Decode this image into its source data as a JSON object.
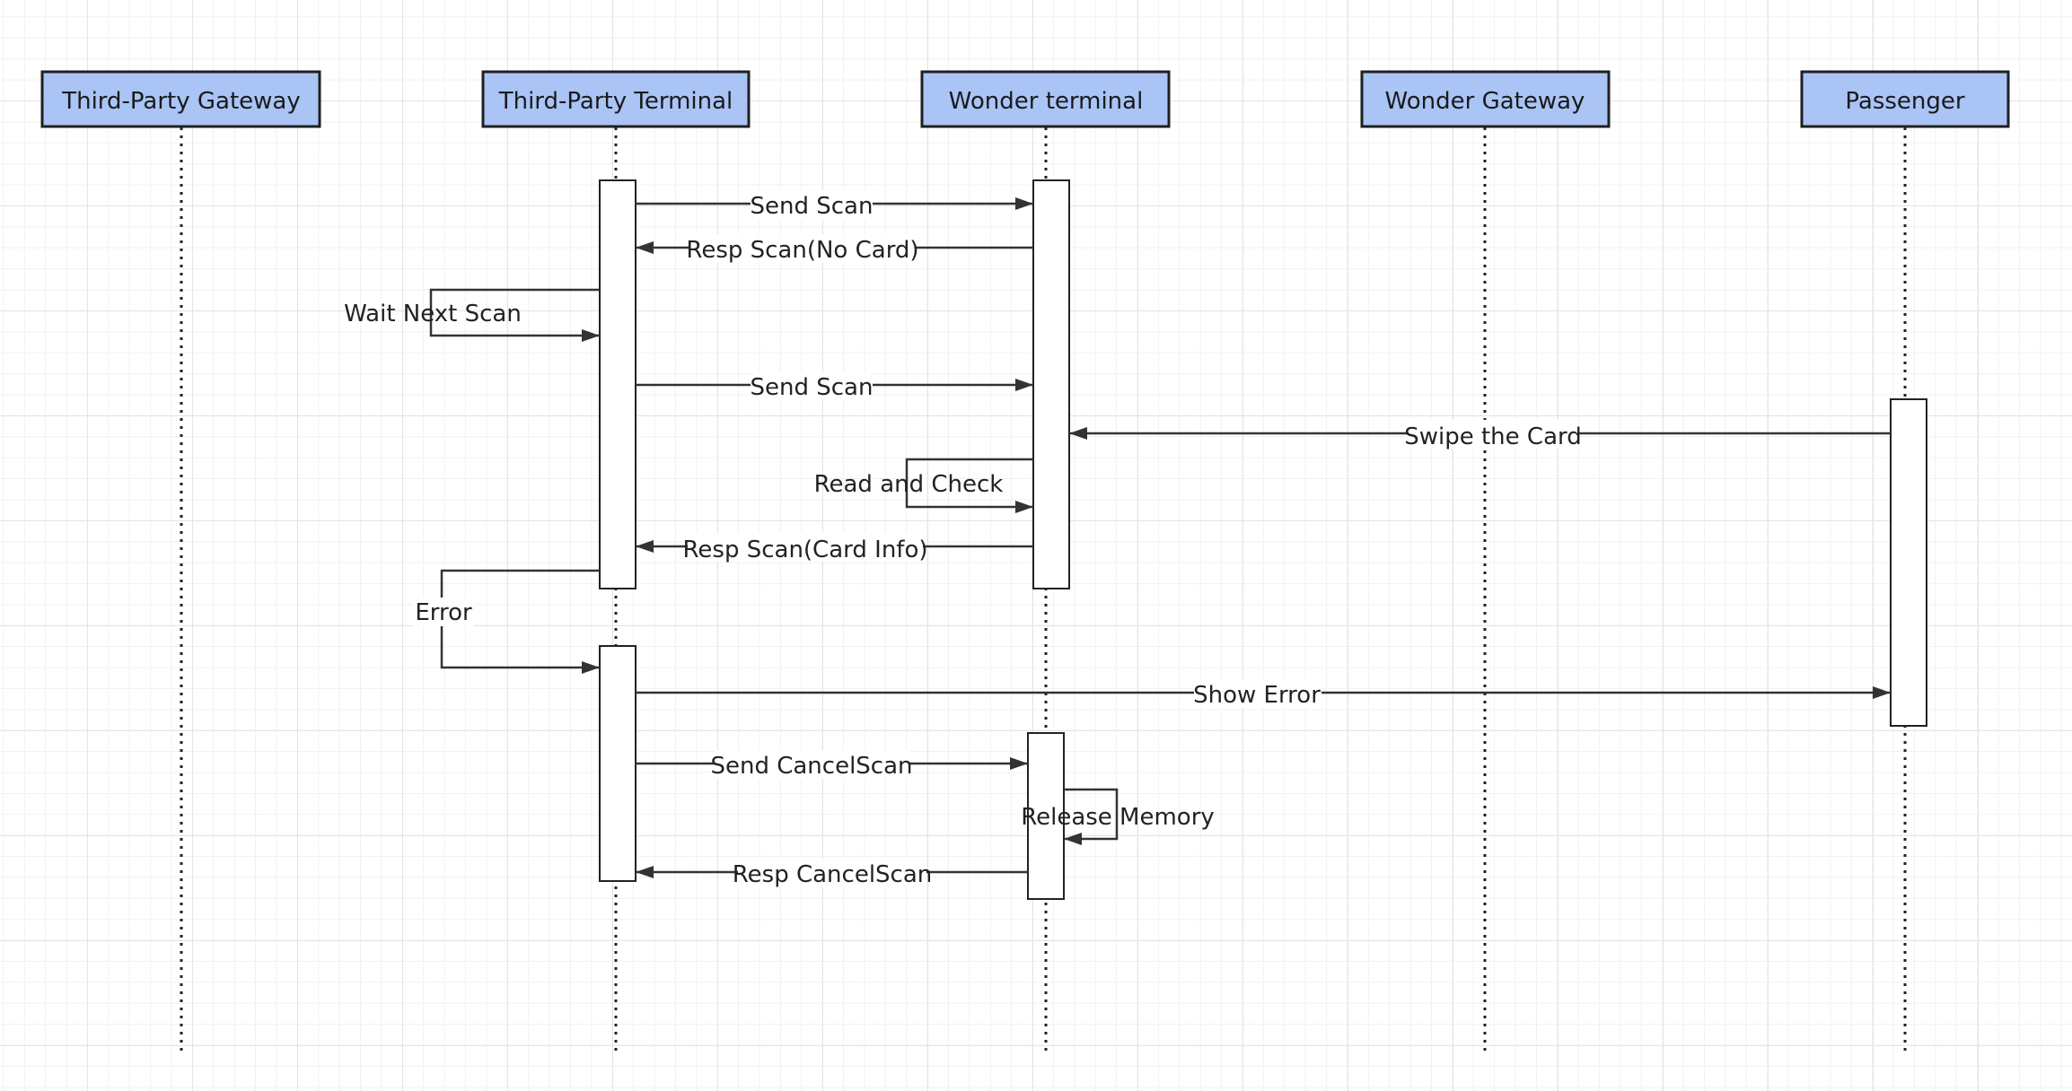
{
  "colors": {
    "header_fill": "#a9c4f5",
    "line": "#333333"
  },
  "participants": [
    {
      "id": "tpg",
      "label": "Third-Party Gateway"
    },
    {
      "id": "tpt",
      "label": "Third-Party Terminal"
    },
    {
      "id": "wt",
      "label": "Wonder terminal"
    },
    {
      "id": "wg",
      "label": "Wonder Gateway"
    },
    {
      "id": "pas",
      "label": "Passenger"
    }
  ],
  "messages": [
    {
      "id": "send-scan-1",
      "label": "Send Scan"
    },
    {
      "id": "resp-scan-no-card",
      "label": "Resp Scan(No Card)"
    },
    {
      "id": "wait-next-scan",
      "label": "Wait Next Scan"
    },
    {
      "id": "send-scan-2",
      "label": "Send Scan"
    },
    {
      "id": "swipe-the-card",
      "label": "Swipe the Card"
    },
    {
      "id": "read-and-check",
      "label": "Read and Check"
    },
    {
      "id": "resp-scan-card-info",
      "label": "Resp Scan(Card Info)"
    },
    {
      "id": "error",
      "label": "Error"
    },
    {
      "id": "show-error",
      "label": "Show Error"
    },
    {
      "id": "send-cancelscan",
      "label": "Send CancelScan"
    },
    {
      "id": "release-memory",
      "label": "Release Memory"
    },
    {
      "id": "resp-cancelscan",
      "label": "Resp CancelScan"
    }
  ]
}
